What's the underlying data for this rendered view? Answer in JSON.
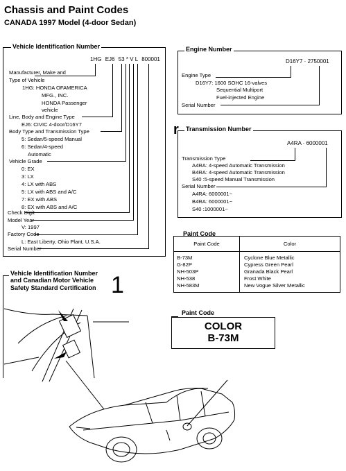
{
  "page": {
    "title": "Chassis and Paint Codes",
    "subtitle": "CANADA 1997 Model (4-door Sedan)"
  },
  "vin": {
    "heading": "Vehicle Identification Number",
    "number_parts": [
      "1HG",
      "EJ6",
      "5",
      "3",
      "*",
      "V",
      "L",
      "800001"
    ],
    "lines": [
      "Manufacturer,  Make and",
      "Type of Vehicle",
      "1HG:  HONDA OFAMERICA",
      "MFG., INC.",
      "HONDA Passenger",
      "vehicle",
      "Line, Body and Engine Type",
      "EJ6:   CIVIC 4-door/D16Y7",
      "Body Type and Transmission Type",
      "5: Sedan/5-speed Manual",
      "6: Sedan/4-speed",
      "Automatic",
      "Vehicle Grade",
      "0: EX",
      "3: LX",
      "4: LX with ABS",
      "5: LX with ABS and A/C",
      "7: EX with ABS",
      "8: EX with ABS and A/C",
      "Check Digit",
      "Model Year",
      "V: 1997",
      "Factory Code",
      "L: East Liberty, Ohio Plant, U.S.A.",
      "Serial Number"
    ]
  },
  "engine": {
    "heading": "Engine Number",
    "number": "D16Y7 · 2750001",
    "lines": [
      "Engine Type",
      "D16Y7:  1600 SOHC 16-valves",
      "Sequential Multiport",
      "Fuel-injected Engine",
      "Serial Number"
    ]
  },
  "transmission": {
    "heading": "Transmission Number",
    "number": "A4RA · 6000001",
    "lines": [
      "Transmission Type",
      "A4RA:  4-speed Automatic Transmission",
      "B4RA:  4-speed Automatic Transmission",
      "S40   :5-speed Manual Transmission",
      "Serial Number",
      "A4RA:  6000001~",
      "B4RA:  6000001~",
      "S40   :1000001~"
    ]
  },
  "paint": {
    "heading": "Paint Code",
    "col_code": "Paint Code",
    "col_color": "Color",
    "rows": [
      {
        "code": "B-73M",
        "color": "Cyclone Blue Metallic"
      },
      {
        "code": "G-82P",
        "color": "Cypress Green Pearl"
      },
      {
        "code": "NH-503P",
        "color": "Granada Black Pearl"
      },
      {
        "code": "NH-538",
        "color": "Frost White"
      },
      {
        "code": "NH-583M",
        "color": "New Vogue Silver Metallic"
      }
    ]
  },
  "certification": {
    "heading_lines": [
      "Vehicle Identification Number",
      "and Canadian Motor Vehicle",
      "Safety Standard Certification"
    ],
    "callout": "1"
  },
  "paint_label": {
    "heading": "Paint Code",
    "line1": "COLOR",
    "line2": "B-73M"
  },
  "engine_callout": "r"
}
